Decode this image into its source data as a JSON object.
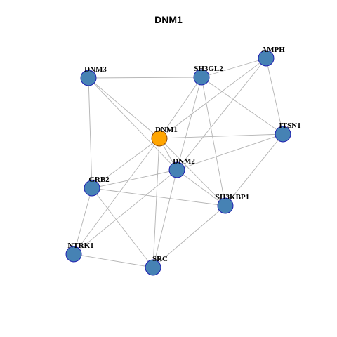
{
  "title": "DNM1",
  "colors": {
    "edge": "#b3b3b3",
    "node_fill": "#4682b4",
    "node_stroke": "#1f1fb0",
    "center_fill": "#ffa500",
    "center_stroke": "#8b4500"
  },
  "nodes": [
    {
      "id": "DNM1",
      "label": "DNM1",
      "center": true
    },
    {
      "id": "DNM2",
      "label": "DNM2"
    },
    {
      "id": "DNM3",
      "label": "DNM3"
    },
    {
      "id": "SH3GL2",
      "label": "SH3GL2"
    },
    {
      "id": "AMPH",
      "label": "AMPH"
    },
    {
      "id": "ITSN1",
      "label": "ITSN1"
    },
    {
      "id": "GRB2",
      "label": "GRB2"
    },
    {
      "id": "SH3KBP1",
      "label": "SH3KBP1"
    },
    {
      "id": "NTRK1",
      "label": "NTRK1"
    },
    {
      "id": "SRC",
      "label": "SRC"
    }
  ],
  "edges": [
    [
      "DNM3",
      "SH3GL2"
    ],
    [
      "DNM3",
      "DNM1"
    ],
    [
      "DNM3",
      "DNM2"
    ],
    [
      "DNM3",
      "GRB2"
    ],
    [
      "SH3GL2",
      "AMPH"
    ],
    [
      "SH3GL2",
      "DNM1"
    ],
    [
      "SH3GL2",
      "DNM2"
    ],
    [
      "SH3GL2",
      "ITSN1"
    ],
    [
      "SH3GL2",
      "SH3KBP1"
    ],
    [
      "AMPH",
      "DNM1"
    ],
    [
      "AMPH",
      "DNM2"
    ],
    [
      "AMPH",
      "ITSN1"
    ],
    [
      "DNM1",
      "ITSN1"
    ],
    [
      "DNM1",
      "DNM2"
    ],
    [
      "DNM1",
      "GRB2"
    ],
    [
      "DNM1",
      "SH3KBP1"
    ],
    [
      "DNM1",
      "NTRK1"
    ],
    [
      "DNM1",
      "SRC"
    ],
    [
      "ITSN1",
      "DNM2"
    ],
    [
      "ITSN1",
      "SH3KBP1"
    ],
    [
      "DNM2",
      "GRB2"
    ],
    [
      "DNM2",
      "SH3KBP1"
    ],
    [
      "DNM2",
      "NTRK1"
    ],
    [
      "DNM2",
      "SRC"
    ],
    [
      "GRB2",
      "SH3KBP1"
    ],
    [
      "GRB2",
      "NTRK1"
    ],
    [
      "GRB2",
      "SRC"
    ],
    [
      "SH3KBP1",
      "SRC"
    ],
    [
      "NTRK1",
      "SRC"
    ]
  ]
}
